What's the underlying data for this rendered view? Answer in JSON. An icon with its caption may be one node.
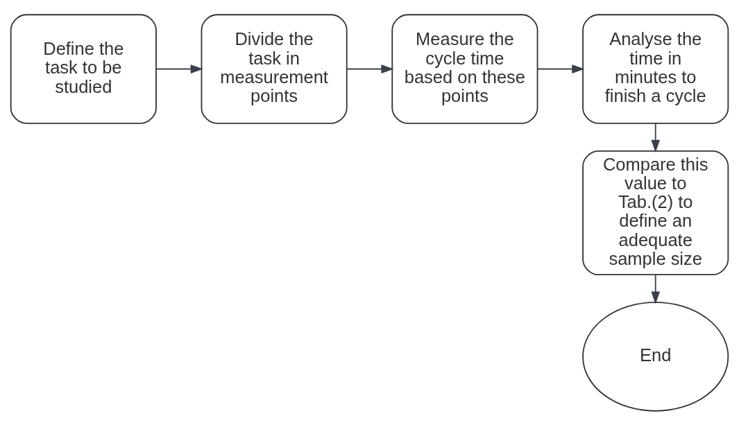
{
  "diagram": {
    "nodes": [
      {
        "text": [
          "Define the task to be studied"
        ]
      },
      {
        "text": [
          "Divide the task in measurement points"
        ]
      },
      {
        "text": [
          "Measure the cycle time based on these points"
        ]
      },
      {
        "text": [
          "Analyse the time in minutes to finish a cycle"
        ]
      },
      {
        "text": [
          "Compare this value to Tab.(2) to define an adequate sample size"
        ]
      },
      {
        "text": [
          "End"
        ]
      }
    ],
    "edges": [
      {
        "from": 0,
        "to": 1,
        "arrow": "to"
      },
      {
        "from": 1,
        "to": 2,
        "arrow": "to"
      },
      {
        "from": 2,
        "to": 3,
        "arrow": "to"
      },
      {
        "from": 3,
        "to": 4,
        "arrow": "to"
      },
      {
        "from": 4,
        "to": 5,
        "arrow": "to"
      }
    ]
  }
}
